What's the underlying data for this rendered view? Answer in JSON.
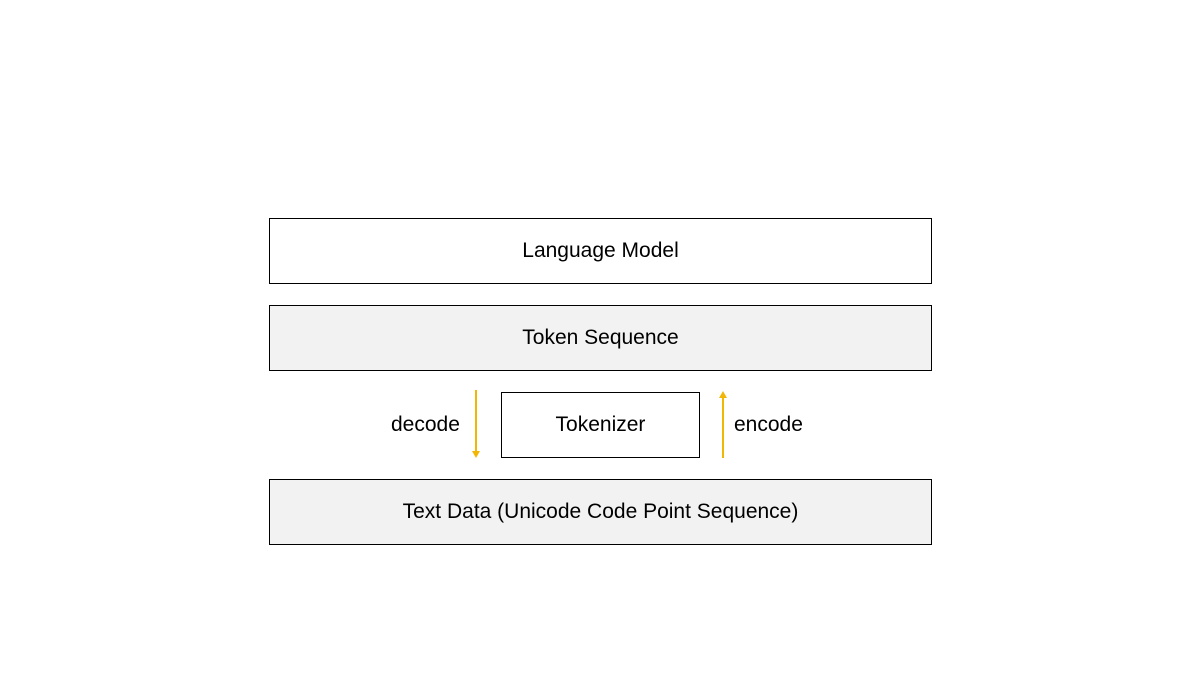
{
  "diagram": {
    "boxes": {
      "language_model": "Language Model",
      "token_sequence": "Token Sequence",
      "tokenizer": "Tokenizer",
      "text_data": "Text Data (Unicode Code Point Sequence)"
    },
    "arrows": {
      "decode": {
        "label": "decode",
        "direction": "down"
      },
      "encode": {
        "label": "encode",
        "direction": "up"
      }
    },
    "colors": {
      "arrow": "#f2b705",
      "box_border": "#000000",
      "box_fill_light": "#ffffff",
      "box_fill_shaded": "#f2f2f2"
    }
  }
}
